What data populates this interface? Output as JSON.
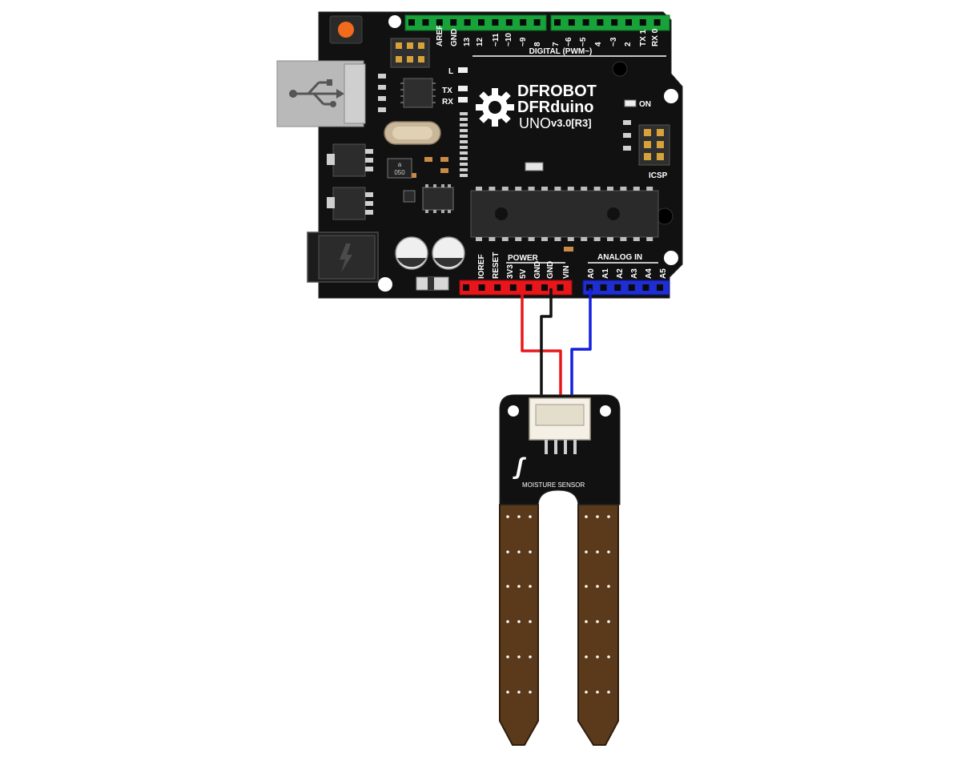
{
  "board": {
    "brand_line1": "DFROBOT",
    "brand_line2": "DFRduino",
    "model": "UNO",
    "version": "v3.0[R3]",
    "digital_header_label": "DIGITAL (PWM~)",
    "digital_pins": [
      "AREF",
      "GND",
      "13",
      "12",
      "~11",
      "~10",
      "~9",
      "8",
      "7",
      "~6",
      "~5",
      "4",
      "~3",
      "2",
      "TX 1",
      "RX 0"
    ],
    "led_labels": {
      "l": "L",
      "tx": "TX",
      "rx": "RX",
      "on": "ON"
    },
    "icsp_label": "ICSP",
    "crystal_label": "a\n050",
    "power_header_label": "POWER",
    "power_pins": [
      "IOREF",
      "RESET",
      "3V3",
      "5V",
      "GND",
      "GND",
      "VIN"
    ],
    "analog_header_label": "ANALOG IN",
    "analog_pins": [
      "A0",
      "A1",
      "A2",
      "A3",
      "A4",
      "A5"
    ]
  },
  "sensor": {
    "label": "MOISTURE SENSOR",
    "logo_glyph": "ʃ"
  },
  "wires": [
    {
      "name": "5v-wire",
      "color": "#e8161b"
    },
    {
      "name": "gnd-wire",
      "color": "#111111"
    },
    {
      "name": "a0-wire",
      "color": "#1220e0"
    }
  ],
  "colors": {
    "board": "#111111",
    "digital_header": "#18a33a",
    "power_header": "#e8161b",
    "analog_header": "#1f2ed1",
    "probe": "#5a3a1a",
    "usb": "#b9b9b9",
    "reset_button": "#f26a1b"
  }
}
